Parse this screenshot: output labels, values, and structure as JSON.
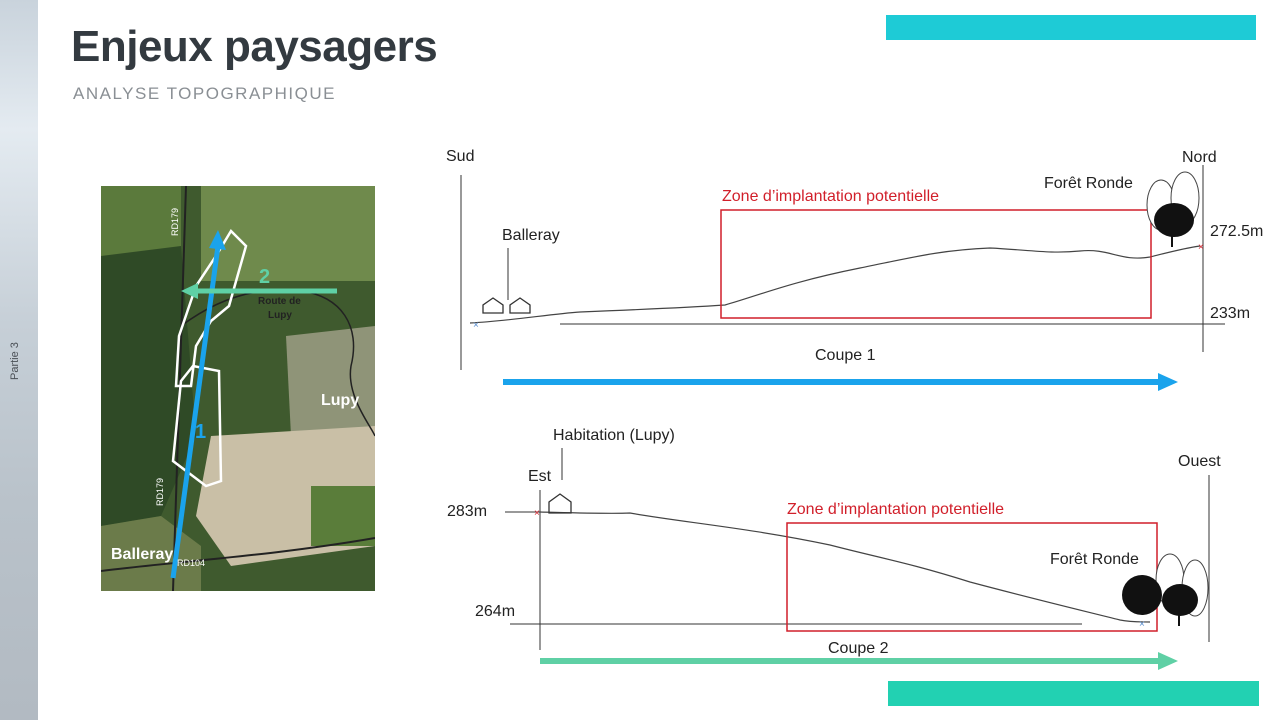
{
  "sidebar": {
    "label": "Partie 3"
  },
  "header": {
    "title": "Enjeux paysagers",
    "subtitle": "ANALYSE TOPOGRAPHIQUE"
  },
  "map": {
    "road_labels": [
      "RD179",
      "RD179",
      "RD104"
    ],
    "place_route": [
      "Route de",
      "Lupy"
    ],
    "place_lupy": "Lupy",
    "place_balleray": "Balleray",
    "arrow1_label": "1",
    "arrow2_label": "2"
  },
  "profile1": {
    "south_label": "Sud",
    "north_label": "Nord",
    "zone_label": "Zone d’implantation potentielle",
    "forest_label": "Forêt Ronde",
    "village_label": "Balleray",
    "alt_high": "272.5m",
    "alt_low": "233m",
    "cut_label": "Coupe 1"
  },
  "profile2": {
    "habitation_label": "Habitation (Lupy)",
    "east_label": "Est",
    "west_label": "Ouest",
    "zone_label": "Zone d’implantation potentielle",
    "forest_label": "Forêt Ronde",
    "alt_high": "283m",
    "alt_low": "264m",
    "cut_label": "Coupe 2"
  },
  "colors": {
    "accent_cyan": "#1ecbd6",
    "accent_teal": "#22d1b2",
    "arrow_blue": "#1aa3ec",
    "arrow_green": "#5fd0a5",
    "zone_red": "#d11f2a"
  }
}
